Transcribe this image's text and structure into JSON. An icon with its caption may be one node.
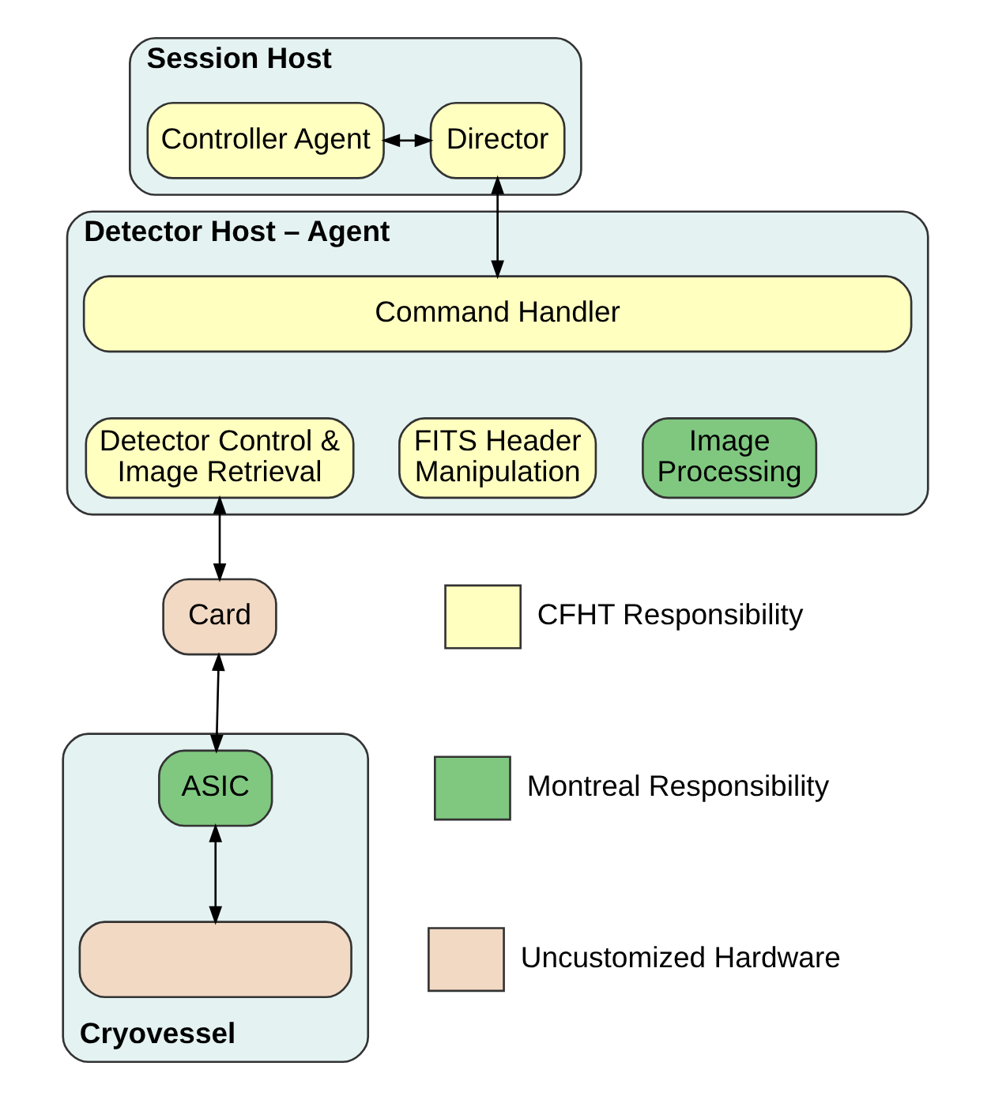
{
  "diagram": {
    "nodes": [
      {
        "text": [
          "Session Host"
        ]
      },
      {
        "text": [
          "Controller Agent"
        ],
        "in": 0
      },
      {
        "text": [
          "Director"
        ],
        "in": 0
      },
      {
        "text": [
          "Detector Host – Agent"
        ]
      },
      {
        "text": [
          "Command Handler"
        ],
        "in": 3
      },
      {
        "text": [
          "Detector Control & Image Retrieval"
        ],
        "in": 3
      },
      {
        "text": [
          "FITS Header Manipulation"
        ],
        "in": 3
      },
      {
        "text": [
          "Image Processing"
        ],
        "in": 3
      },
      {
        "text": [
          "Card"
        ]
      },
      {
        "text": [
          "Cryovessel"
        ]
      },
      {
        "text": [
          "ASIC"
        ],
        "in": 9
      },
      {
        "text": [],
        "shape": "box",
        "in": 9
      }
    ],
    "edges": [
      {
        "from": 1,
        "to": 2,
        "arrow": "both"
      },
      {
        "from": 2,
        "to": 4,
        "arrow": "both"
      },
      {
        "from": 5,
        "to": 8,
        "arrow": "both"
      },
      {
        "from": 8,
        "to": 10,
        "arrow": "both"
      },
      {
        "from": 10,
        "to": 11,
        "arrow": "both"
      }
    ],
    "legend": [
      {
        "text": "CFHT Responsibility",
        "color": "#ffffc0"
      },
      {
        "text": "Montreal Responsibility",
        "color": "#80c880"
      },
      {
        "text": "Uncustomized Hardware",
        "color": "#f2d9c4"
      }
    ]
  }
}
